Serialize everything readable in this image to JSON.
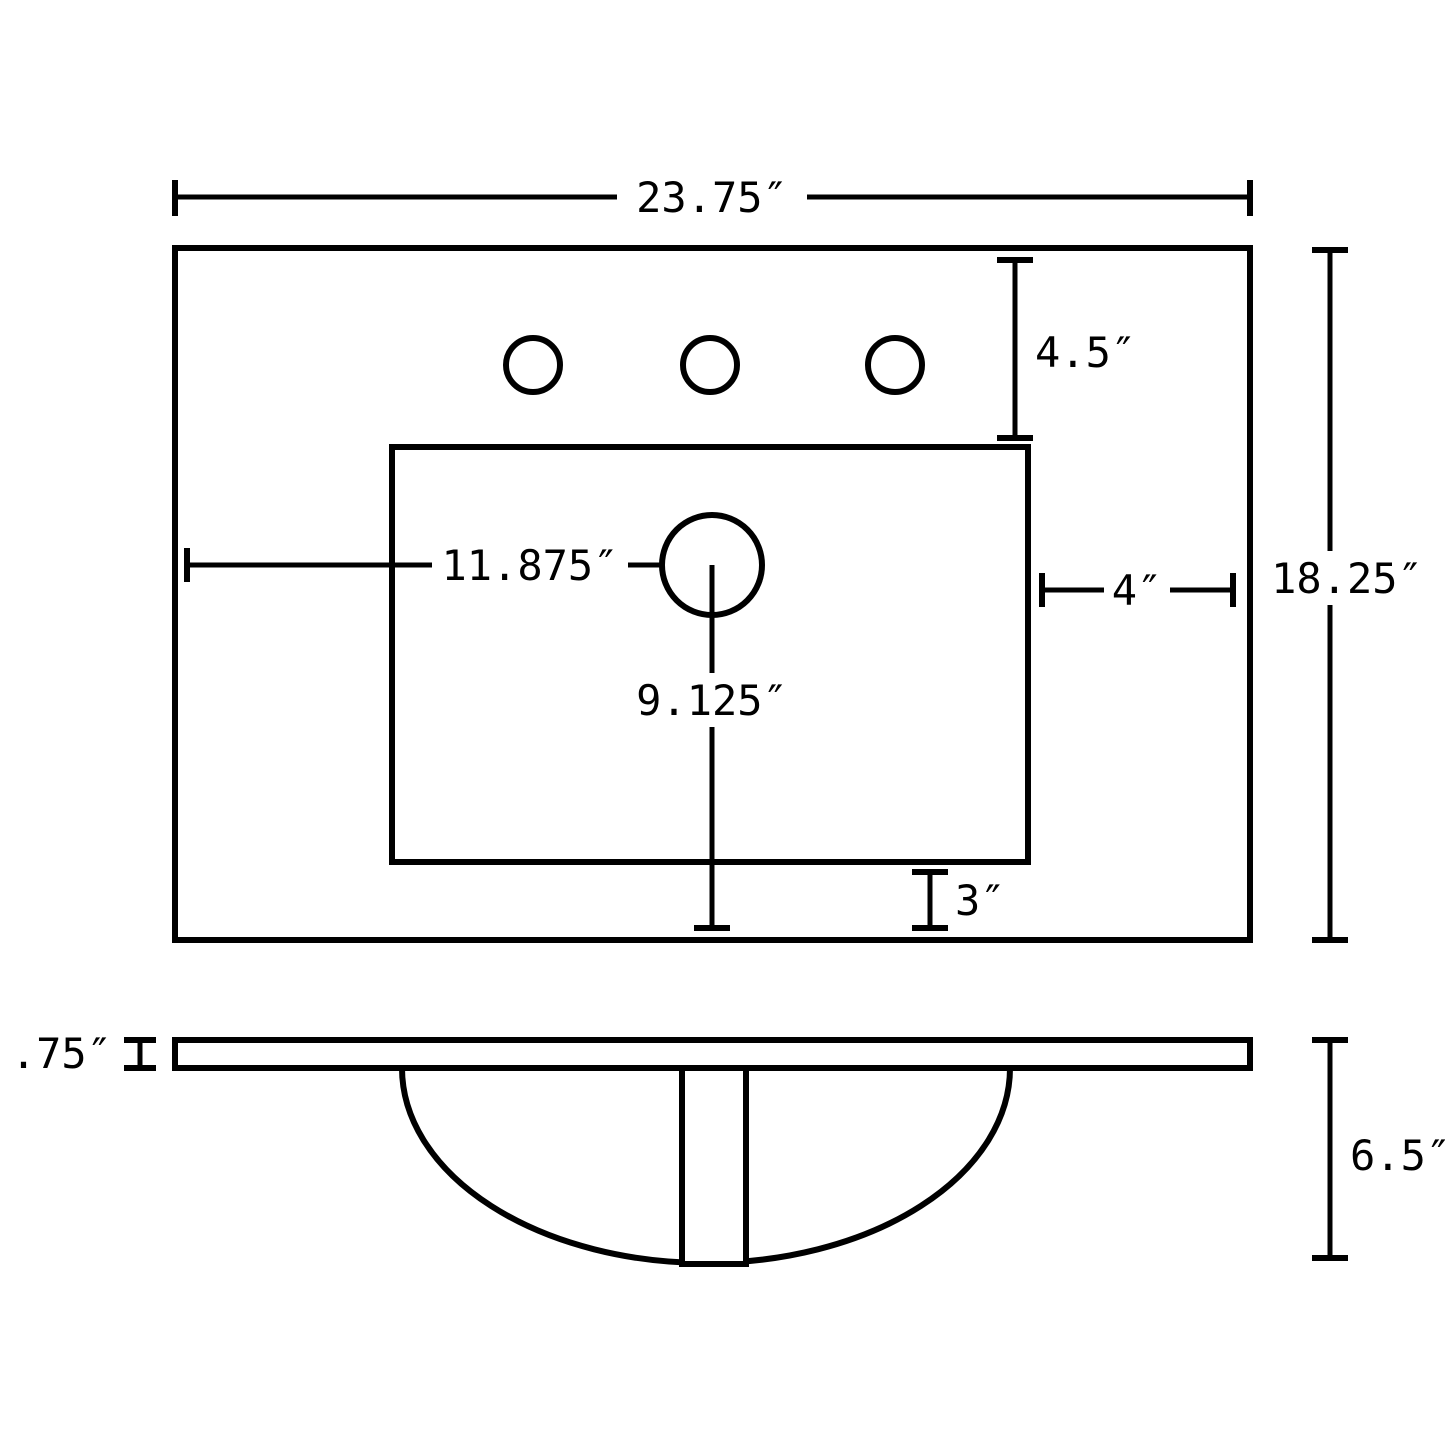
{
  "page": {
    "background": "#ffffff",
    "line_color": "#000000"
  },
  "dims": {
    "overall_width": "23.75″",
    "overall_depth": "18.25″",
    "faucet_hole_offset": "4.5″",
    "drain_from_left": "11.875″",
    "faucet_spread": "4″",
    "drain_from_back": "9.125″",
    "basin_to_edge": "3″",
    "slab_thickness": ".75″",
    "bowl_depth": "6.5″"
  }
}
